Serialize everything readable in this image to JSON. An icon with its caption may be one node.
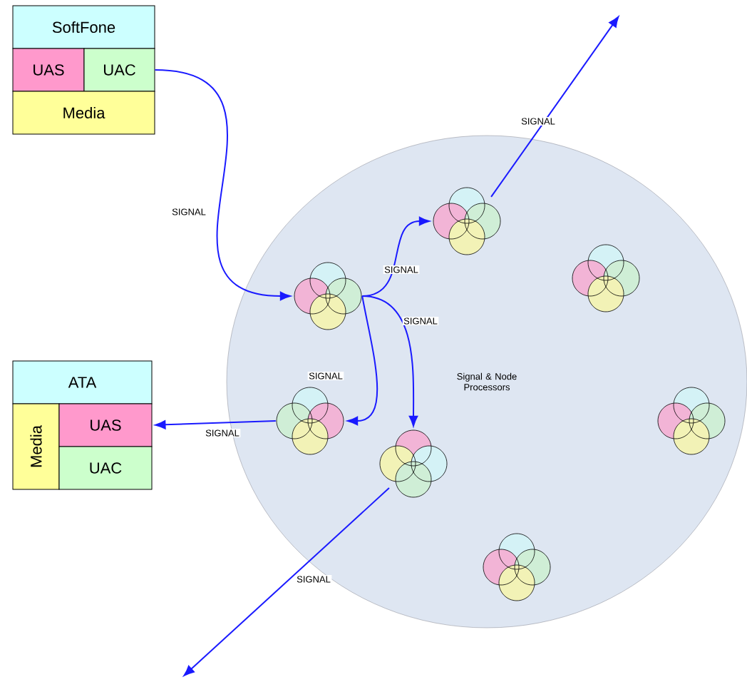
{
  "diagram": {
    "nodes": [
      {
        "text": [
          "SoftFone"
        ]
      },
      {
        "text": [
          "UAS"
        ]
      },
      {
        "text": [
          "UAC"
        ]
      },
      {
        "text": [
          "Media"
        ]
      },
      {
        "text": [
          "ATA"
        ]
      },
      {
        "text": [
          "Media"
        ]
      },
      {
        "text": [
          "UAS"
        ]
      },
      {
        "text": [
          "UAC"
        ]
      },
      {
        "text": [
          "Signal & Node Processors"
        ]
      },
      {
        "text": [],
        "shape": "circle",
        "in": 8
      },
      {
        "text": [],
        "shape": "circle",
        "in": 8
      },
      {
        "text": [],
        "shape": "circle",
        "in": 8
      },
      {
        "text": [],
        "shape": "circle",
        "in": 8
      },
      {
        "text": [],
        "shape": "circle",
        "in": 8
      },
      {
        "text": [],
        "shape": "circle",
        "in": 8
      },
      {
        "text": [],
        "shape": "circle",
        "in": 8
      }
    ],
    "edges": [
      {
        "from": 2,
        "to": 11,
        "arrow": "to",
        "label": "SIGNAL"
      },
      {
        "from": 11,
        "to": 9,
        "arrow": "to",
        "label": "SIGNAL"
      },
      {
        "from": 11,
        "to": 12,
        "arrow": "to",
        "label": "SIGNAL"
      },
      {
        "from": 11,
        "to": 14,
        "arrow": "to",
        "label": "SIGNAL"
      },
      {
        "from": 12,
        "to": 6,
        "arrow": "to",
        "label": "SIGNAL"
      },
      {
        "from": 9,
        "to": null,
        "arrow": "to",
        "label": "SIGNAL"
      },
      {
        "from": 14,
        "to": null,
        "arrow": "to",
        "label": "SIGNAL"
      }
    ]
  }
}
